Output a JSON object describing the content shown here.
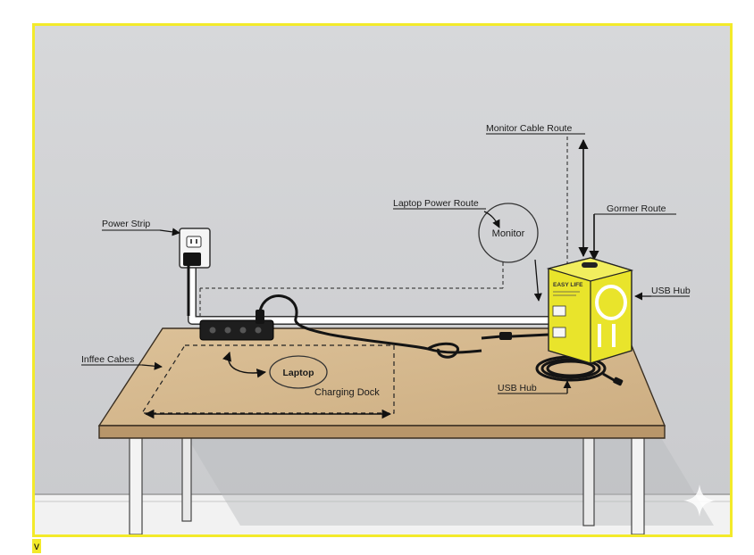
{
  "labels": {
    "power_strip": "Power Strip",
    "monitor_cable_route": "Monitor Cable Route",
    "laptop_power_route": "Laptop Power Route",
    "gormer_route": "Gormer Route",
    "usb_hub_box": "USB Hub",
    "monitor": "Monitor",
    "inffee_cabes": "Inffee Cabes",
    "laptop": "Laptop",
    "charging_dock": "Charging Dock",
    "usb_hub_cable": "USB Hub"
  },
  "box_text": {
    "brand": "EASY LIFE"
  },
  "footer": {
    "text": "v"
  },
  "colors": {
    "wall": "#d3d4d6",
    "desk_top": "#d8bc92",
    "frame_border": "#f3ea2a",
    "box_yellow": "#e9e42b"
  }
}
